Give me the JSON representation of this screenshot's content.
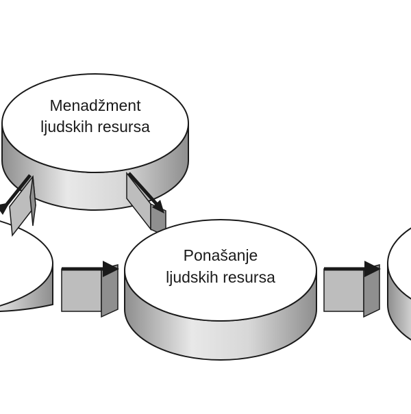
{
  "diagram": {
    "nodes": [
      {
        "id": "hrm",
        "line1": "Menadžment",
        "line2": "ljudskih resursa"
      },
      {
        "id": "behavior",
        "line1": "Ponašanje",
        "line2": "ljudskih resursa"
      },
      {
        "id": "left",
        "line1": "",
        "line2": ""
      },
      {
        "id": "right",
        "line1": "",
        "line2": ""
      }
    ],
    "edges": [
      {
        "from": "hrm",
        "to": "left"
      },
      {
        "from": "hrm",
        "to": "behavior"
      },
      {
        "from": "left",
        "to": "behavior"
      },
      {
        "from": "behavior",
        "to": "right"
      }
    ],
    "colors": {
      "fill_top": "#ffffff",
      "fill_side_light": "#e6e6e6",
      "fill_side_dark": "#9c9c9c",
      "stroke": "#1a1a1a",
      "arrow_body": "#bdbdbd"
    }
  }
}
